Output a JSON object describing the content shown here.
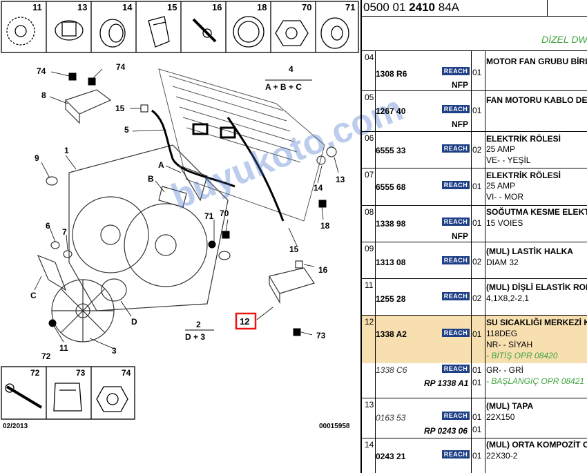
{
  "header": {
    "part_code_prefix": "0500 01",
    "part_code_bold": "2410",
    "part_code_suffix": "84A",
    "subtitle": "DİZEL DW"
  },
  "diagram": {
    "thumbs_top": [
      "11",
      "13",
      "14",
      "15",
      "16",
      "18",
      "70",
      "71"
    ],
    "thumbs_bottom": [
      "72",
      "73",
      "74"
    ],
    "labels": [
      "1",
      "2",
      "D + 3",
      "3",
      "4",
      "A + B + C",
      "5",
      "6",
      "7",
      "8",
      "9",
      "11",
      "12",
      "13",
      "14",
      "15",
      "15",
      "16",
      "18",
      "70",
      "71",
      "72",
      "73",
      "74",
      "74",
      "A",
      "B",
      "C",
      "D"
    ],
    "footer_date": "02/2013",
    "footer_code": "00015958"
  },
  "rows": [
    {
      "num": "04",
      "lines": [
        {
          "ref": "1308 R6",
          "reach": "REACH",
          "qty": "01",
          "desc": "MOTOR FAN GRUBU BİRL"
        }
      ],
      "nfp": "NFP"
    },
    {
      "num": "05",
      "lines": [
        {
          "ref": "1267 40",
          "reach": "REACH",
          "qty": "01",
          "desc": "FAN MOTORU KABLO DEI"
        }
      ],
      "nfp": "NFP"
    },
    {
      "num": "06",
      "lines": [
        {
          "ref": "6555 33",
          "reach": "REACH",
          "qty": "02",
          "desc": "ELEKTRİK RÖLESİ"
        }
      ],
      "extra": [
        "25 AMP",
        "VE- - YEŞİL"
      ]
    },
    {
      "num": "07",
      "lines": [
        {
          "ref": "6555 68",
          "reach": "REACH",
          "qty": "01",
          "desc": "ELEKTRİK RÖLESİ"
        }
      ],
      "extra": [
        "25 AMP",
        "VI- - MOR"
      ]
    },
    {
      "num": "08",
      "lines": [
        {
          "ref": "1338 98",
          "reach": "REACH",
          "qty": "01",
          "desc": "SOĞUTMA KESME ELEKT"
        }
      ],
      "extra": [
        "15 VOIES"
      ],
      "nfp": "NFP"
    },
    {
      "num": "09",
      "lines": [
        {
          "ref": "1313 08",
          "reach": "REACH",
          "qty": "02",
          "desc": "(MUL) LASTİK HALKA"
        }
      ],
      "extra": [
        "DIAM 32"
      ]
    },
    {
      "num": "11",
      "lines": [
        {
          "ref": "1255 28",
          "reach": "REACH",
          "qty": "02",
          "desc": "(MUL) DİŞLİ ELASTİK RON"
        }
      ],
      "extra": [
        "4,1X8,2-2,1"
      ]
    },
    {
      "num": "12",
      "lines": [
        {
          "ref": "1338 A2",
          "reach": "REACH",
          "qty": "01",
          "desc": "SU SICAKLIĞI MERKEZİ K"
        }
      ],
      "extra": [
        "118DEG",
        "NR- - SİYAH"
      ],
      "green": "- BİTİŞ OPR 08420",
      "alt": {
        "ref": "1338 C6",
        "reach": "REACH",
        "qty": "01",
        "desc": "GR- - GRİ",
        "rp": "RP 1338 A1",
        "rp_qty": "01",
        "green": "- BAŞLANGIÇ OPR 08421"
      }
    },
    {
      "num": "13",
      "lines": [
        {
          "ref": "0163 53",
          "reach": "REACH",
          "qty": "01",
          "desc": "(MUL) TAPA"
        }
      ],
      "extra": [
        "22X150"
      ],
      "rp": "RP 0243 06",
      "rp_qty": "01"
    },
    {
      "num": "14",
      "lines": [
        {
          "ref": "0243 21",
          "reach": "REACH",
          "qty": "01",
          "desc": "(MUL) ORTA KOMPOZİT C"
        }
      ],
      "extra": [
        "22X30-2"
      ]
    }
  ],
  "watermark": "buyukoto.com"
}
